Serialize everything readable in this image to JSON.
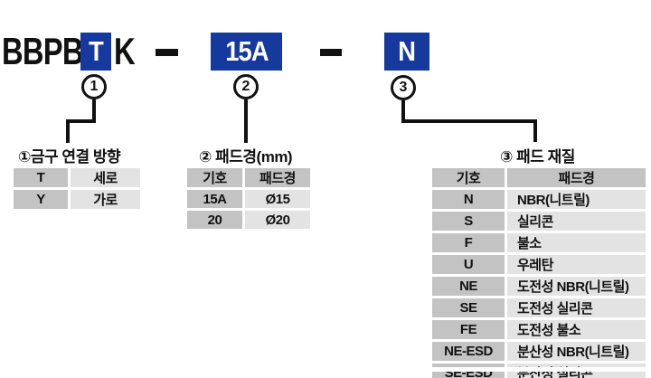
{
  "colors": {
    "highlight_blue": "#16399e",
    "key_cell": "#c3c3c3",
    "value_cell": "#e3e3e3",
    "line_black": "#111111"
  },
  "code": {
    "prefix": "BBPB",
    "part1": "T",
    "part1_suffix": "K",
    "dash": "–",
    "part2": "15A",
    "part3": "N"
  },
  "callouts": [
    "1",
    "2",
    "3"
  ],
  "section1": {
    "title": "①금구 연결 방향",
    "rows": [
      [
        "T",
        "세로"
      ],
      [
        "Y",
        "가로"
      ]
    ]
  },
  "section2": {
    "title": "② 패드경(mm)",
    "headers": [
      "기호",
      "패드경"
    ],
    "rows": [
      [
        "15A",
        "Ø15"
      ],
      [
        "20",
        "Ø20"
      ]
    ]
  },
  "section3": {
    "title": "③ 패드 재질",
    "headers": [
      "기호",
      "패드경"
    ],
    "rows": [
      [
        "N",
        "NBR(니트릴)"
      ],
      [
        "S",
        "실리콘"
      ],
      [
        "F",
        "불소"
      ],
      [
        "U",
        "우레탄"
      ],
      [
        "NE",
        "도전성 NBR(니트릴)"
      ],
      [
        "SE",
        "도전성 실리콘"
      ],
      [
        "FE",
        "도전성 불소"
      ],
      [
        "NE-ESD",
        "분산성 NBR(니트릴)"
      ],
      [
        "SE-ESD",
        "분산성 실리콘"
      ]
    ]
  }
}
